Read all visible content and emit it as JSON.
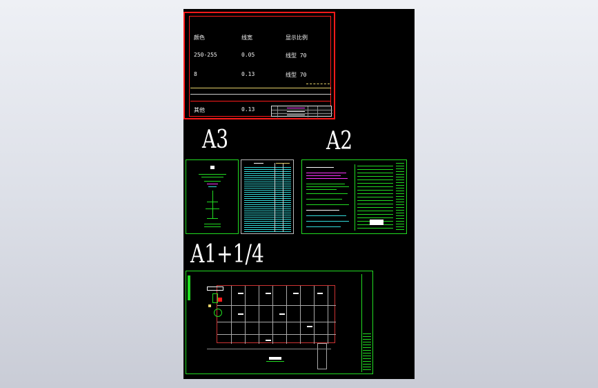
{
  "canvas": {
    "background": "#000000"
  },
  "legend_sheet": {
    "col_color_header": "颜色",
    "col_width_header": "线宽",
    "col_scale_header": "显示比例",
    "rows": [
      {
        "color": "250-255",
        "width": "0.05",
        "scale": "线型 70"
      },
      {
        "color": "8",
        "width": "0.13",
        "scale": "线型 70"
      },
      {
        "color": "其他",
        "width": "0.13",
        "scale": ""
      }
    ]
  },
  "labels": {
    "a3": "A3",
    "a2": "A2",
    "a1": "A1+1/4"
  },
  "colors": {
    "red": "#ff1a1a",
    "green": "#22dd22",
    "cyan": "#33dddd",
    "magenta": "#ff33ff",
    "yellow": "#e6d36b",
    "white": "#ffffff"
  },
  "icons": {
    "north_arrow": "north-arrow-icon"
  }
}
